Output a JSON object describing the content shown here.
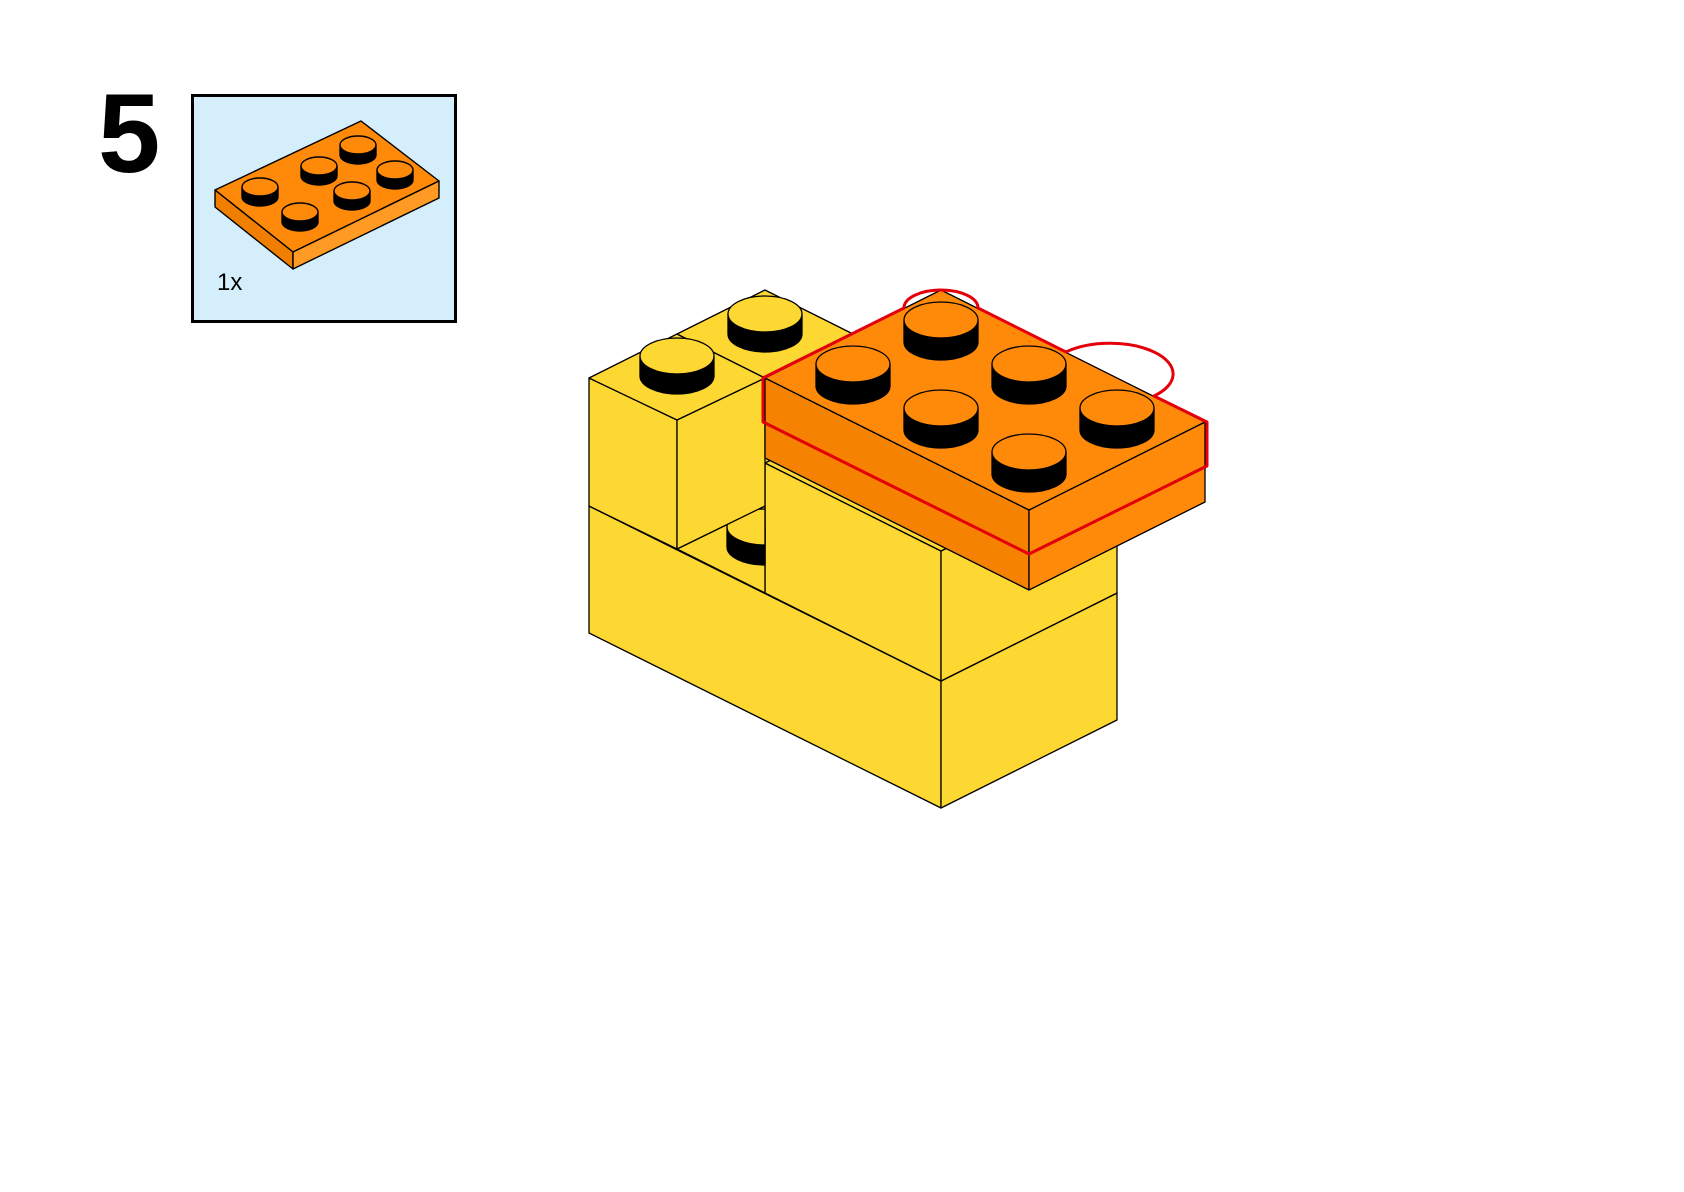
{
  "step": {
    "number": "5"
  },
  "parts_list": {
    "items": [
      {
        "part": "plate-2x3",
        "color": "#FF8A0A",
        "quantity_label": "1x"
      }
    ],
    "background_color": "#D5EEFB"
  },
  "model": {
    "base_color": "#FDD732",
    "new_part_color": "#FF8A0A",
    "highlight_color": "#E3000B"
  }
}
